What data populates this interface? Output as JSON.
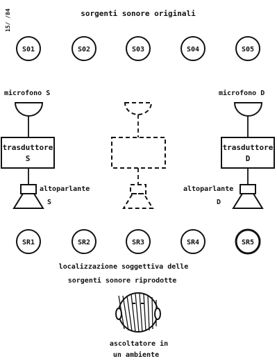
{
  "side_note": "15/ /84",
  "header": "sorgenti sonore originali",
  "original_sources": [
    "S01",
    "S02",
    "S03",
    "S04",
    "S05"
  ],
  "reproduced_sources": [
    "SR1",
    "SR2",
    "SR3",
    "SR4",
    "SR5"
  ],
  "left_chain": {
    "microphone": "microfono S",
    "transducer": [
      "trasduttore",
      "S"
    ],
    "speaker": [
      "altoparlante",
      "S"
    ]
  },
  "right_chain": {
    "microphone": "microfono D",
    "transducer": [
      "trasduttore",
      "D"
    ],
    "speaker": [
      "altoparlante",
      "D"
    ]
  },
  "caption": [
    "localizzazione soggettiva delle",
    "sorgenti sonore riprodotte"
  ],
  "listener_caption": [
    "ascoltatore in",
    "un ambiente"
  ]
}
